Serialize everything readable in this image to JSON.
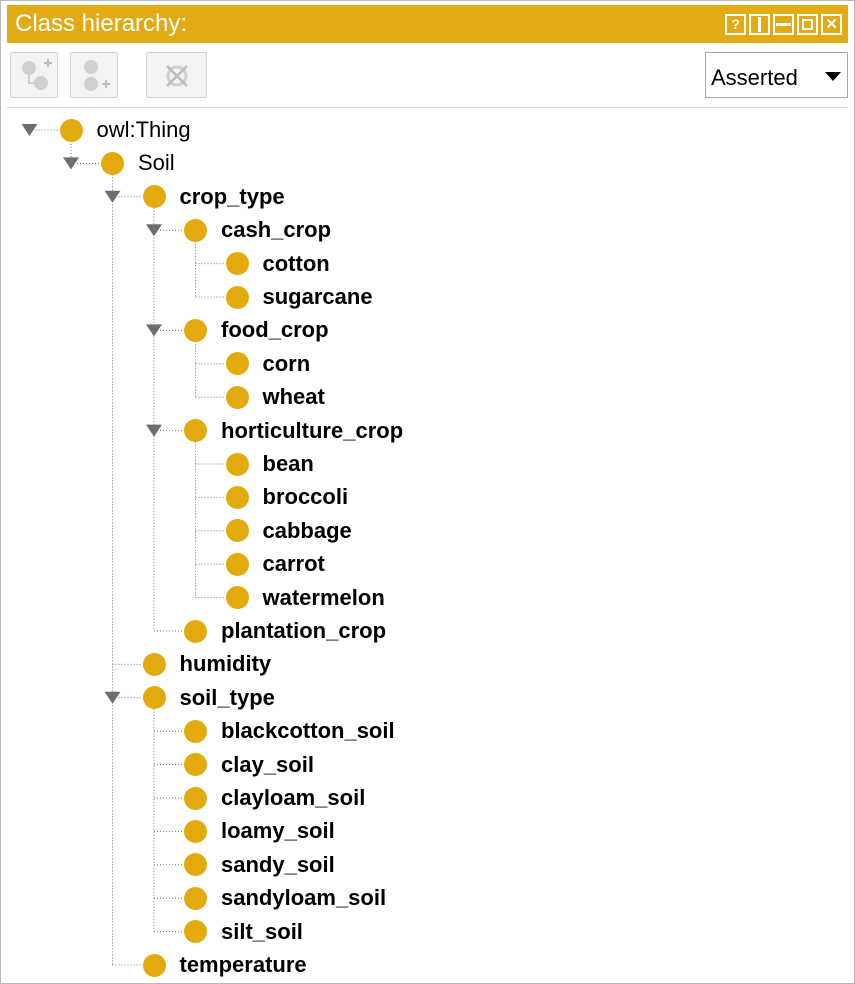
{
  "panel": {
    "title": "Class hierarchy:",
    "window_buttons": [
      {
        "name": "help-button",
        "glyph": "?"
      },
      {
        "name": "split-button",
        "glyph": ""
      },
      {
        "name": "minimize-button",
        "glyph": ""
      },
      {
        "name": "maximize-button",
        "glyph": ""
      },
      {
        "name": "close-button",
        "glyph": ""
      }
    ],
    "accent_color": "#e2ab14",
    "bullet_color": "#e3aa0e"
  },
  "toolbar": {
    "buttons": [
      {
        "name": "add-subclass-button",
        "icon": "add-subclass-icon"
      },
      {
        "name": "add-sibling-button",
        "icon": "add-sibling-icon"
      },
      {
        "name": "delete-class-button",
        "icon": "delete-class-icon"
      }
    ],
    "view_select": {
      "value": "Asserted"
    }
  },
  "tree": {
    "nodes": [
      {
        "label": "owl:Thing",
        "depth": 0,
        "expanded": true,
        "bold": false
      },
      {
        "label": "Soil",
        "depth": 1,
        "expanded": true,
        "bold": false
      },
      {
        "label": "crop_type",
        "depth": 2,
        "expanded": true,
        "bold": true
      },
      {
        "label": "cash_crop",
        "depth": 3,
        "expanded": true,
        "bold": true
      },
      {
        "label": "cotton",
        "depth": 4,
        "expanded": false,
        "bold": true
      },
      {
        "label": "sugarcane",
        "depth": 4,
        "expanded": false,
        "bold": true
      },
      {
        "label": "food_crop",
        "depth": 3,
        "expanded": true,
        "bold": true
      },
      {
        "label": "corn",
        "depth": 4,
        "expanded": false,
        "bold": true
      },
      {
        "label": "wheat",
        "depth": 4,
        "expanded": false,
        "bold": true
      },
      {
        "label": "horticulture_crop",
        "depth": 3,
        "expanded": true,
        "bold": true
      },
      {
        "label": "bean",
        "depth": 4,
        "expanded": false,
        "bold": true
      },
      {
        "label": "broccoli",
        "depth": 4,
        "expanded": false,
        "bold": true
      },
      {
        "label": "cabbage",
        "depth": 4,
        "expanded": false,
        "bold": true
      },
      {
        "label": "carrot",
        "depth": 4,
        "expanded": false,
        "bold": true
      },
      {
        "label": "watermelon",
        "depth": 4,
        "expanded": false,
        "bold": true
      },
      {
        "label": "plantation_crop",
        "depth": 3,
        "expanded": false,
        "bold": true
      },
      {
        "label": "humidity",
        "depth": 2,
        "expanded": false,
        "bold": true
      },
      {
        "label": "soil_type",
        "depth": 2,
        "expanded": true,
        "bold": true
      },
      {
        "label": "blackcotton_soil",
        "depth": 3,
        "expanded": false,
        "bold": true
      },
      {
        "label": "clay_soil",
        "depth": 3,
        "expanded": false,
        "bold": true
      },
      {
        "label": "clayloam_soil",
        "depth": 3,
        "expanded": false,
        "bold": true
      },
      {
        "label": "loamy_soil",
        "depth": 3,
        "expanded": false,
        "bold": true
      },
      {
        "label": "sandy_soil",
        "depth": 3,
        "expanded": false,
        "bold": true
      },
      {
        "label": "sandyloam_soil",
        "depth": 3,
        "expanded": false,
        "bold": true
      },
      {
        "label": "silt_soil",
        "depth": 3,
        "expanded": false,
        "bold": true
      },
      {
        "label": "temperature",
        "depth": 2,
        "expanded": false,
        "bold": true
      }
    ]
  }
}
